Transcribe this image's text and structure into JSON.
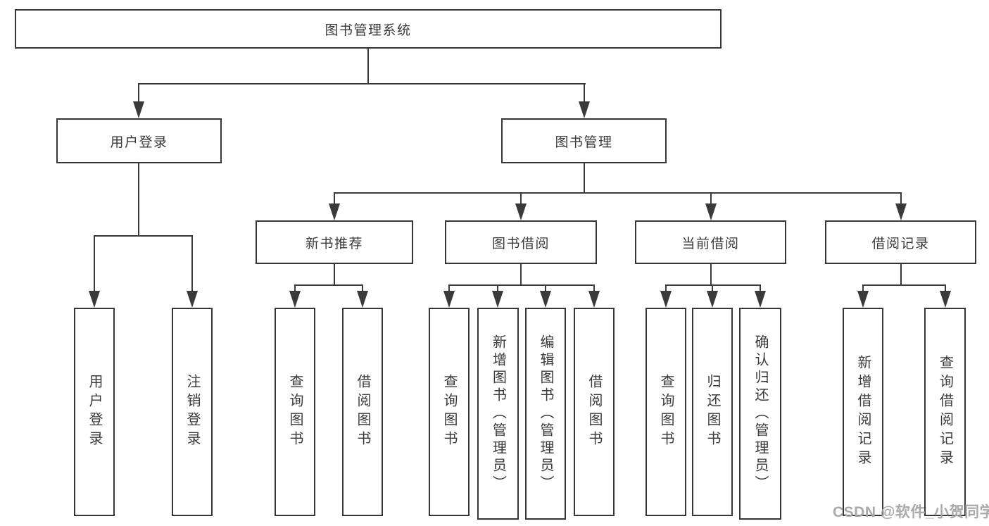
{
  "diagram": {
    "root": "图书管理系统",
    "branches": [
      {
        "label": "用户登录",
        "children": [
          "用户登录",
          "注销登录"
        ]
      },
      {
        "label": "图书管理",
        "groups": [
          {
            "label": "新书推荐",
            "children": [
              "查询图书",
              "借阅图书"
            ]
          },
          {
            "label": "图书借阅",
            "children": [
              "查询图书",
              "新增图书（管理员）",
              "编辑图书（管理员）",
              "借阅图书"
            ]
          },
          {
            "label": "当前借阅",
            "children": [
              "查询图书",
              "归还图书",
              "确认归还（管理员）"
            ]
          },
          {
            "label": "借阅记录",
            "children": [
              "新增借阅记录",
              "查询借阅记录"
            ]
          }
        ]
      }
    ]
  },
  "watermark": "CSDN @软件_小贺同学",
  "colors": {
    "line": "#3a3a3a",
    "text": "#3a3a3a",
    "watermark": "#a9a9a9",
    "background": "#ffffff"
  }
}
